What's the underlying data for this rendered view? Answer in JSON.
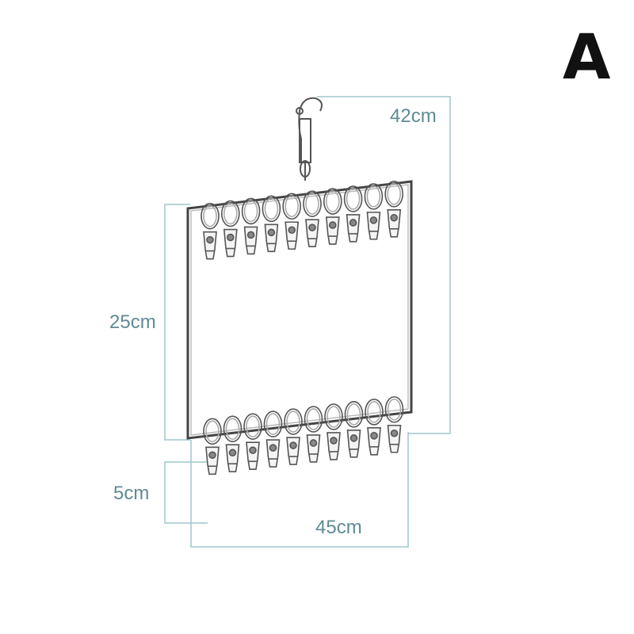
{
  "variant_label": "A",
  "dimensions": {
    "hook_height": "42cm",
    "frame_height": "25cm",
    "clip_length": "5cm",
    "frame_width": "45cm"
  },
  "clips": {
    "top_row_count": 10,
    "bottom_row_count": 10
  },
  "colors": {
    "dimension_line": "#9fc6cc",
    "dimension_text": "#5f8a93",
    "metal": "#555555"
  }
}
